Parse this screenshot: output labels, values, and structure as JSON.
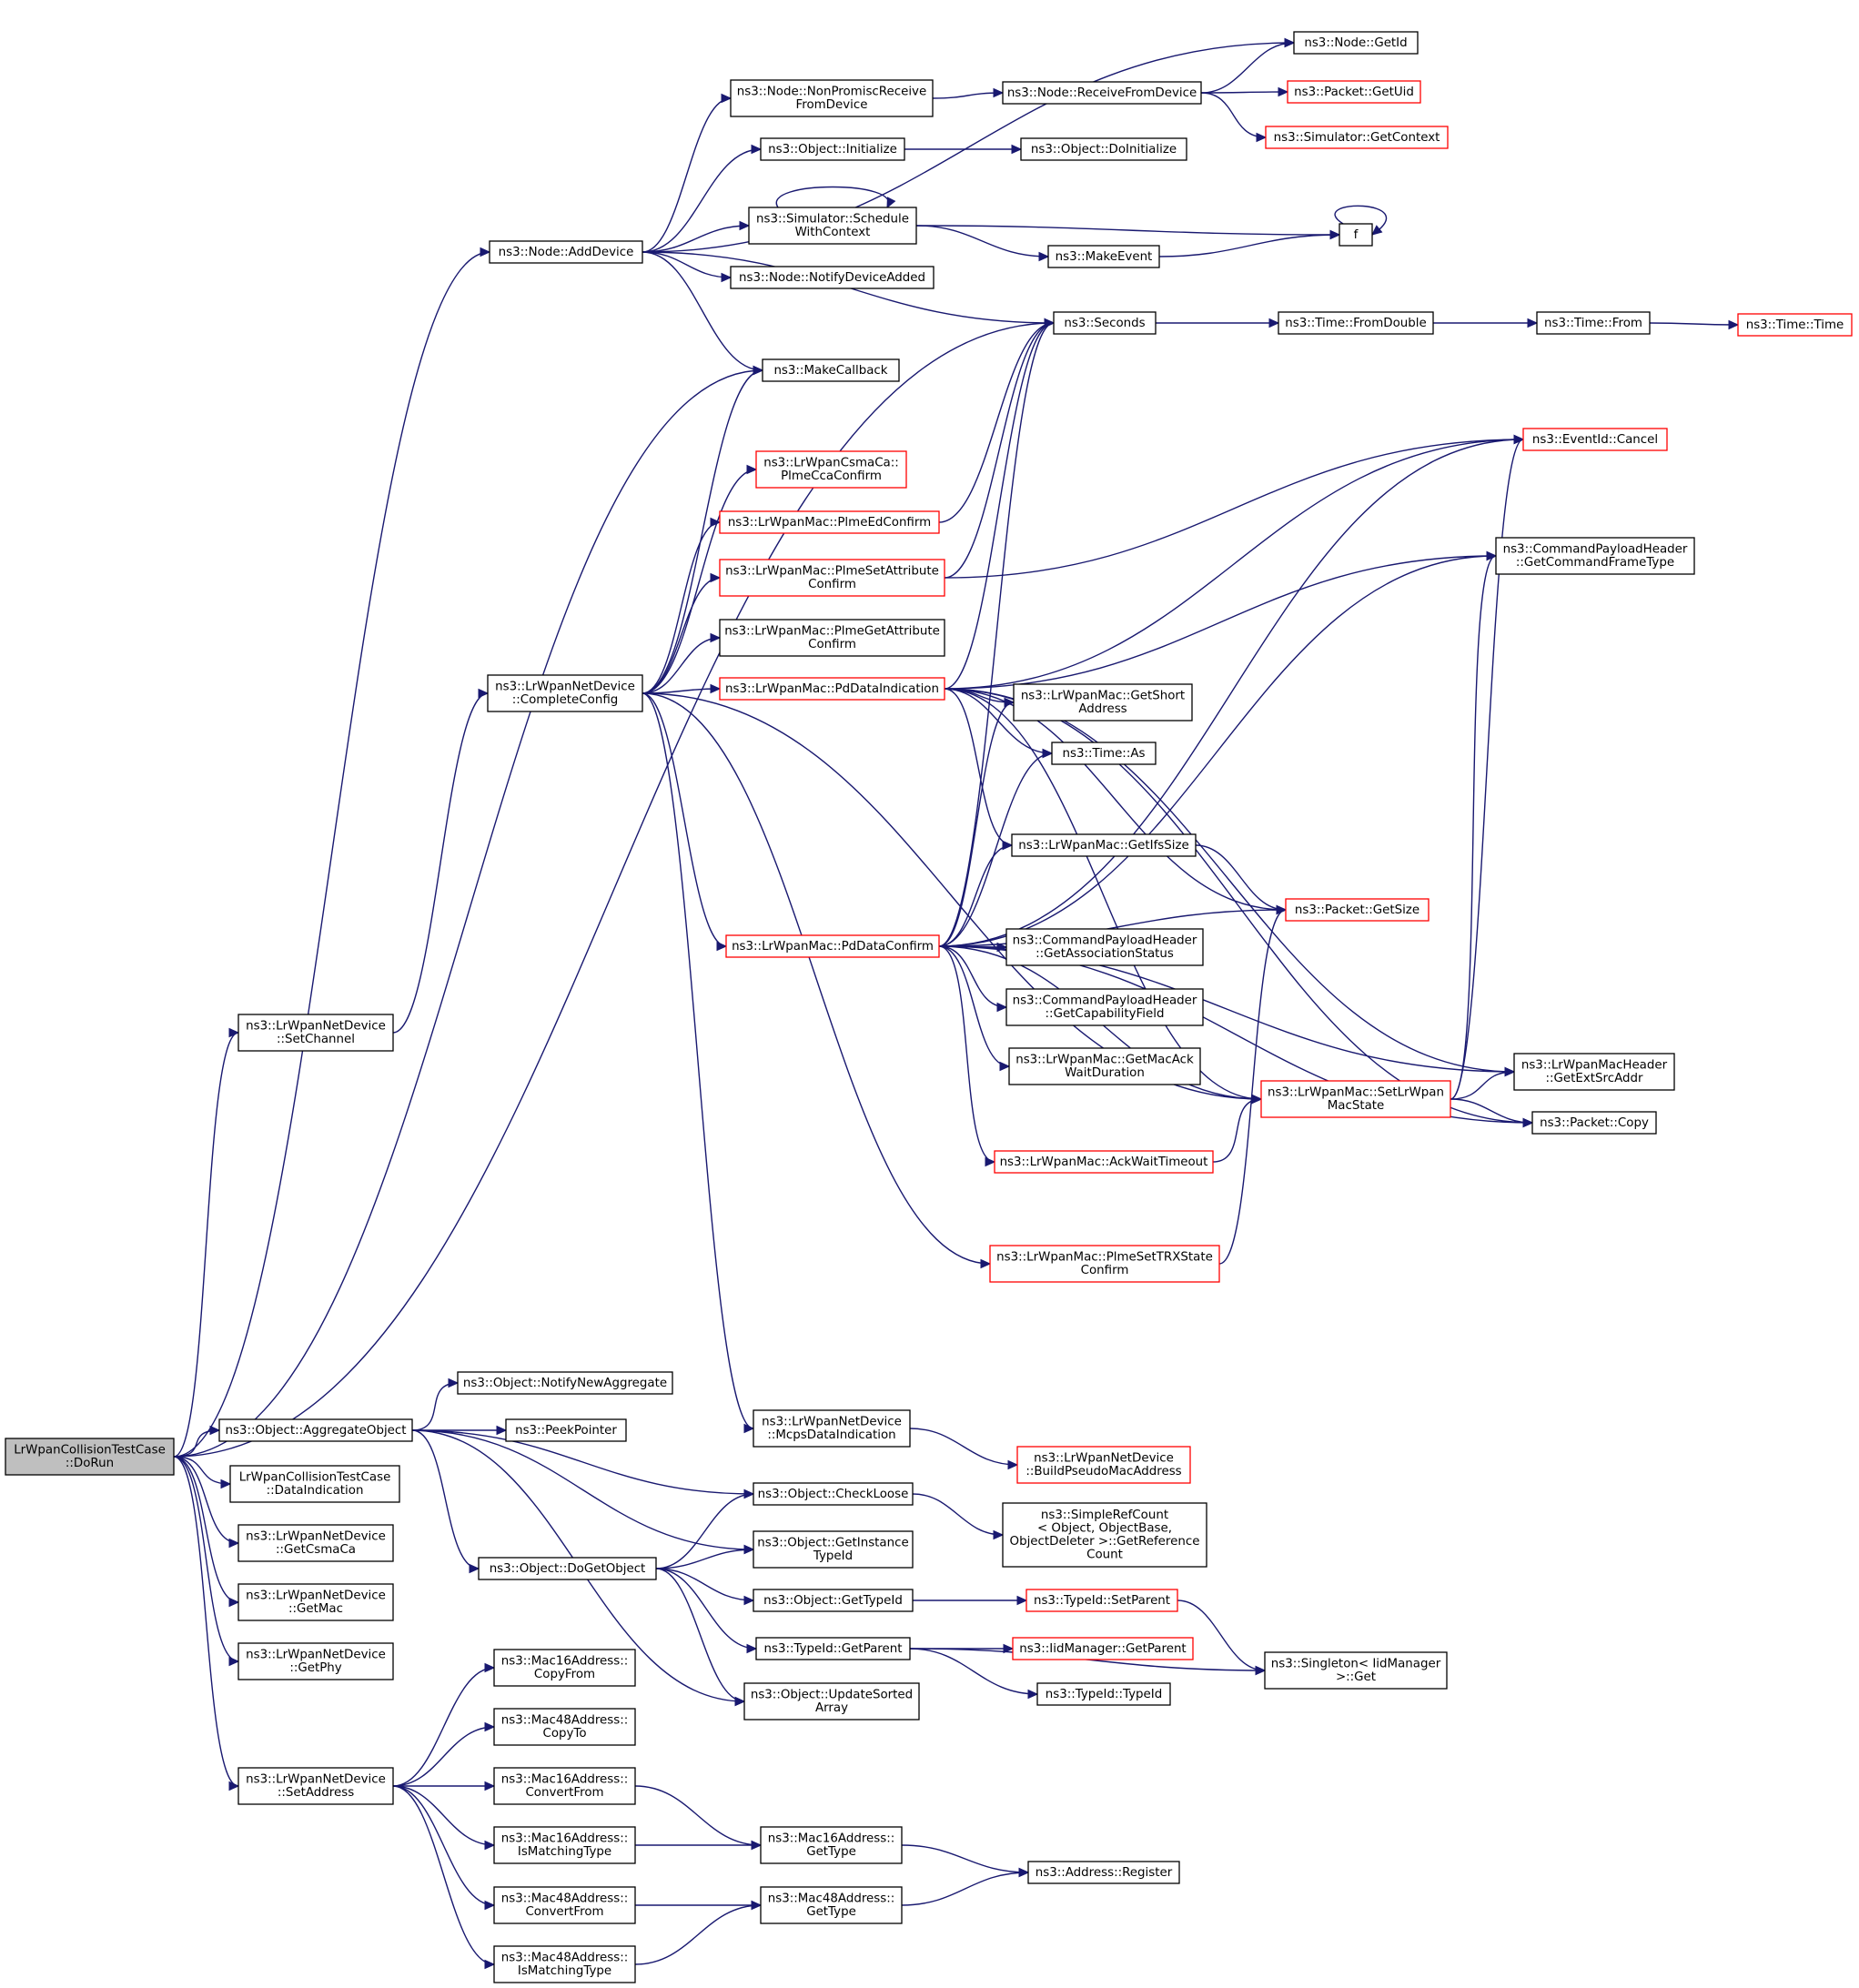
{
  "graph": {
    "colors": {
      "edge": "#191970",
      "node_border": "#000000",
      "truncated_node_border": "#ff0000",
      "root_fill": "#bfbfbf",
      "node_fill": "#ffffff"
    },
    "nodes": [
      {
        "id": "root",
        "lines": [
          "LrWpanCollisionTestCase",
          "::DoRun"
        ],
        "style": "root"
      },
      {
        "id": "addDevice",
        "lines": [
          "ns3::Node::AddDevice"
        ]
      },
      {
        "id": "getId",
        "lines": [
          "ns3::Node::GetId"
        ]
      },
      {
        "id": "nonPromisc",
        "lines": [
          "ns3::Node::NonPromiscReceive",
          "FromDevice"
        ]
      },
      {
        "id": "receiveFromDevice",
        "lines": [
          "ns3::Node::ReceiveFromDevice"
        ]
      },
      {
        "id": "getUid",
        "lines": [
          "ns3::Packet::GetUid"
        ],
        "style": "red"
      },
      {
        "id": "getContext",
        "lines": [
          "ns3::Simulator::GetContext"
        ],
        "style": "red"
      },
      {
        "id": "initialize",
        "lines": [
          "ns3::Object::Initialize"
        ]
      },
      {
        "id": "doInitialize",
        "lines": [
          "ns3::Object::DoInitialize"
        ]
      },
      {
        "id": "scheduleWithContext",
        "lines": [
          "ns3::Simulator::Schedule",
          "WithContext"
        ]
      },
      {
        "id": "f",
        "lines": [
          "f"
        ]
      },
      {
        "id": "makeEvent",
        "lines": [
          "ns3::MakeEvent"
        ]
      },
      {
        "id": "notifyDeviceAdded",
        "lines": [
          "ns3::Node::NotifyDeviceAdded"
        ]
      },
      {
        "id": "seconds",
        "lines": [
          "ns3::Seconds"
        ]
      },
      {
        "id": "fromDouble",
        "lines": [
          "ns3::Time::FromDouble"
        ]
      },
      {
        "id": "timeFrom",
        "lines": [
          "ns3::Time::From"
        ]
      },
      {
        "id": "timeTime",
        "lines": [
          "ns3::Time::Time"
        ],
        "style": "red"
      },
      {
        "id": "makeCallback",
        "lines": [
          "ns3::MakeCallback"
        ]
      },
      {
        "id": "eventCancel",
        "lines": [
          "ns3::EventId::Cancel"
        ],
        "style": "red"
      },
      {
        "id": "plmeCcaConfirm",
        "lines": [
          "ns3::LrWpanCsmaCa::",
          "PlmeCcaConfirm"
        ],
        "style": "red"
      },
      {
        "id": "plmeEdConfirm",
        "lines": [
          "ns3::LrWpanMac::PlmeEdConfirm"
        ],
        "style": "red"
      },
      {
        "id": "plmeSetAttr",
        "lines": [
          "ns3::LrWpanMac::PlmeSetAttribute",
          "Confirm"
        ],
        "style": "red"
      },
      {
        "id": "getCmdFrameType",
        "lines": [
          "ns3::CommandPayloadHeader",
          "::GetCommandFrameType"
        ]
      },
      {
        "id": "plmeGetAttr",
        "lines": [
          "ns3::LrWpanMac::PlmeGetAttribute",
          "Confirm"
        ]
      },
      {
        "id": "completeConfig",
        "lines": [
          "ns3::LrWpanNetDevice",
          "::CompleteConfig"
        ]
      },
      {
        "id": "pdDataIndication",
        "lines": [
          "ns3::LrWpanMac::PdDataIndication"
        ],
        "style": "red"
      },
      {
        "id": "getShortAddress",
        "lines": [
          "ns3::LrWpanMac::GetShort",
          "Address"
        ]
      },
      {
        "id": "timeAs",
        "lines": [
          "ns3::Time::As"
        ]
      },
      {
        "id": "getIfsSize",
        "lines": [
          "ns3::LrWpanMac::GetIfsSize"
        ]
      },
      {
        "id": "packetGetSize",
        "lines": [
          "ns3::Packet::GetSize"
        ],
        "style": "red"
      },
      {
        "id": "pdDataConfirm",
        "lines": [
          "ns3::LrWpanMac::PdDataConfirm"
        ],
        "style": "red"
      },
      {
        "id": "getAssocStatus",
        "lines": [
          "ns3::CommandPayloadHeader",
          "::GetAssociationStatus"
        ]
      },
      {
        "id": "getCapField",
        "lines": [
          "ns3::CommandPayloadHeader",
          "::GetCapabilityField"
        ]
      },
      {
        "id": "getMacAckWait",
        "lines": [
          "ns3::LrWpanMac::GetMacAck",
          "WaitDuration"
        ]
      },
      {
        "id": "setChannel",
        "lines": [
          "ns3::LrWpanNetDevice",
          "::SetChannel"
        ]
      },
      {
        "id": "setLrWpanMacState",
        "lines": [
          "ns3::LrWpanMac::SetLrWpan",
          "MacState"
        ],
        "style": "red"
      },
      {
        "id": "getExtSrcAddr",
        "lines": [
          "ns3::LrWpanMacHeader",
          "::GetExtSrcAddr"
        ]
      },
      {
        "id": "packetCopy",
        "lines": [
          "ns3::Packet::Copy"
        ]
      },
      {
        "id": "ackWaitTimeout",
        "lines": [
          "ns3::LrWpanMac::AckWaitTimeout"
        ],
        "style": "red"
      },
      {
        "id": "plmeSetTrx",
        "lines": [
          "ns3::LrWpanMac::PlmeSetTRXState",
          "Confirm"
        ],
        "style": "red"
      },
      {
        "id": "notifyNewAggregate",
        "lines": [
          "ns3::Object::NotifyNewAggregate"
        ]
      },
      {
        "id": "aggregateObject",
        "lines": [
          "ns3::Object::AggregateObject"
        ]
      },
      {
        "id": "peekPointer",
        "lines": [
          "ns3::PeekPointer"
        ]
      },
      {
        "id": "mcpsDataIndication",
        "lines": [
          "ns3::LrWpanNetDevice",
          "::McpsDataIndication"
        ]
      },
      {
        "id": "buildPseudoMac",
        "lines": [
          "ns3::LrWpanNetDevice",
          "::BuildPseudoMacAddress"
        ],
        "style": "red"
      },
      {
        "id": "dataIndication",
        "lines": [
          "LrWpanCollisionTestCase",
          "::DataIndication"
        ]
      },
      {
        "id": "checkLoose",
        "lines": [
          "ns3::Object::CheckLoose"
        ]
      },
      {
        "id": "simpleRefCount",
        "lines": [
          "ns3::SimpleRefCount",
          "< Object, ObjectBase,",
          "ObjectDeleter >::GetReference",
          "Count"
        ]
      },
      {
        "id": "getCsmaCa",
        "lines": [
          "ns3::LrWpanNetDevice",
          "::GetCsmaCa"
        ]
      },
      {
        "id": "getInstanceTypeId",
        "lines": [
          "ns3::Object::GetInstance",
          "TypeId"
        ]
      },
      {
        "id": "doGetObject",
        "lines": [
          "ns3::Object::DoGetObject"
        ]
      },
      {
        "id": "getTypeId",
        "lines": [
          "ns3::Object::GetTypeId"
        ]
      },
      {
        "id": "setParent",
        "lines": [
          "ns3::TypeId::SetParent"
        ],
        "style": "red"
      },
      {
        "id": "getMac",
        "lines": [
          "ns3::LrWpanNetDevice",
          "::GetMac"
        ]
      },
      {
        "id": "typeIdGetParent",
        "lines": [
          "ns3::TypeId::GetParent"
        ]
      },
      {
        "id": "iidGetParent",
        "lines": [
          "ns3::IidManager::GetParent"
        ],
        "style": "red"
      },
      {
        "id": "getPhy",
        "lines": [
          "ns3::LrWpanNetDevice",
          "::GetPhy"
        ]
      },
      {
        "id": "typeIdTypeId",
        "lines": [
          "ns3::TypeId::TypeId"
        ]
      },
      {
        "id": "singletonGet",
        "lines": [
          "ns3::Singleton< IidManager",
          ">::Get"
        ]
      },
      {
        "id": "updateSorted",
        "lines": [
          "ns3::Object::UpdateSorted",
          "Array"
        ]
      },
      {
        "id": "mac16CopyFrom",
        "lines": [
          "ns3::Mac16Address::",
          "CopyFrom"
        ]
      },
      {
        "id": "mac48CopyTo",
        "lines": [
          "ns3::Mac48Address::",
          "CopyTo"
        ]
      },
      {
        "id": "setAddress",
        "lines": [
          "ns3::LrWpanNetDevice",
          "::SetAddress"
        ]
      },
      {
        "id": "mac16ConvertFrom",
        "lines": [
          "ns3::Mac16Address::",
          "ConvertFrom"
        ]
      },
      {
        "id": "mac16IsMatching",
        "lines": [
          "ns3::Mac16Address::",
          "IsMatchingType"
        ]
      },
      {
        "id": "mac16GetType",
        "lines": [
          "ns3::Mac16Address::",
          "GetType"
        ]
      },
      {
        "id": "addressRegister",
        "lines": [
          "ns3::Address::Register"
        ]
      },
      {
        "id": "mac48ConvertFrom",
        "lines": [
          "ns3::Mac48Address::",
          "ConvertFrom"
        ]
      },
      {
        "id": "mac48GetType",
        "lines": [
          "ns3::Mac48Address::",
          "GetType"
        ]
      },
      {
        "id": "mac48IsMatching",
        "lines": [
          "ns3::Mac48Address::",
          "IsMatchingType"
        ]
      }
    ],
    "edges": [
      [
        "root",
        "addDevice"
      ],
      [
        "root",
        "makeCallback"
      ],
      [
        "root",
        "seconds"
      ],
      [
        "root",
        "setChannel"
      ],
      [
        "root",
        "aggregateObject"
      ],
      [
        "root",
        "dataIndication"
      ],
      [
        "root",
        "getCsmaCa"
      ],
      [
        "root",
        "getMac"
      ],
      [
        "root",
        "getPhy"
      ],
      [
        "root",
        "setAddress"
      ],
      [
        "addDevice",
        "getId"
      ],
      [
        "addDevice",
        "nonPromisc"
      ],
      [
        "addDevice",
        "initialize"
      ],
      [
        "addDevice",
        "scheduleWithContext"
      ],
      [
        "addDevice",
        "notifyDeviceAdded"
      ],
      [
        "addDevice",
        "seconds"
      ],
      [
        "addDevice",
        "makeCallback"
      ],
      [
        "nonPromisc",
        "receiveFromDevice"
      ],
      [
        "receiveFromDevice",
        "getId"
      ],
      [
        "receiveFromDevice",
        "getUid"
      ],
      [
        "receiveFromDevice",
        "getContext"
      ],
      [
        "initialize",
        "doInitialize"
      ],
      [
        "scheduleWithContext",
        "scheduleWithContext"
      ],
      [
        "scheduleWithContext",
        "f"
      ],
      [
        "scheduleWithContext",
        "makeEvent"
      ],
      [
        "f",
        "f"
      ],
      [
        "makeEvent",
        "f"
      ],
      [
        "seconds",
        "fromDouble"
      ],
      [
        "fromDouble",
        "timeFrom"
      ],
      [
        "timeFrom",
        "timeTime"
      ],
      [
        "setChannel",
        "completeConfig"
      ],
      [
        "completeConfig",
        "makeCallback"
      ],
      [
        "completeConfig",
        "plmeCcaConfirm"
      ],
      [
        "completeConfig",
        "plmeEdConfirm"
      ],
      [
        "completeConfig",
        "plmeSetAttr"
      ],
      [
        "completeConfig",
        "plmeGetAttr"
      ],
      [
        "completeConfig",
        "pdDataIndication"
      ],
      [
        "completeConfig",
        "pdDataConfirm"
      ],
      [
        "completeConfig",
        "plmeSetTrx"
      ],
      [
        "completeConfig",
        "mcpsDataIndication"
      ],
      [
        "completeConfig",
        "setLrWpanMacState"
      ],
      [
        "plmeEdConfirm",
        "seconds"
      ],
      [
        "plmeSetAttr",
        "seconds"
      ],
      [
        "plmeSetAttr",
        "eventCancel"
      ],
      [
        "pdDataIndication",
        "seconds"
      ],
      [
        "pdDataIndication",
        "eventCancel"
      ],
      [
        "pdDataIndication",
        "getCmdFrameType"
      ],
      [
        "pdDataIndication",
        "getShortAddress"
      ],
      [
        "pdDataIndication",
        "timeAs"
      ],
      [
        "pdDataIndication",
        "getIfsSize"
      ],
      [
        "pdDataIndication",
        "packetGetSize"
      ],
      [
        "pdDataIndication",
        "setLrWpanMacState"
      ],
      [
        "pdDataIndication",
        "getExtSrcAddr"
      ],
      [
        "pdDataIndication",
        "packetCopy"
      ],
      [
        "getIfsSize",
        "packetGetSize"
      ],
      [
        "pdDataConfirm",
        "seconds"
      ],
      [
        "pdDataConfirm",
        "eventCancel"
      ],
      [
        "pdDataConfirm",
        "getCmdFrameType"
      ],
      [
        "pdDataConfirm",
        "getShortAddress"
      ],
      [
        "pdDataConfirm",
        "timeAs"
      ],
      [
        "pdDataConfirm",
        "getIfsSize"
      ],
      [
        "pdDataConfirm",
        "packetGetSize"
      ],
      [
        "pdDataConfirm",
        "getAssocStatus"
      ],
      [
        "pdDataConfirm",
        "getCapField"
      ],
      [
        "pdDataConfirm",
        "getMacAckWait"
      ],
      [
        "pdDataConfirm",
        "ackWaitTimeout"
      ],
      [
        "pdDataConfirm",
        "setLrWpanMacState"
      ],
      [
        "pdDataConfirm",
        "getExtSrcAddr"
      ],
      [
        "pdDataConfirm",
        "packetCopy"
      ],
      [
        "ackWaitTimeout",
        "setLrWpanMacState"
      ],
      [
        "plmeSetTrx",
        "packetGetSize"
      ],
      [
        "setLrWpanMacState",
        "eventCancel"
      ],
      [
        "setLrWpanMacState",
        "getCmdFrameType"
      ],
      [
        "setLrWpanMacState",
        "getExtSrcAddr"
      ],
      [
        "setLrWpanMacState",
        "packetCopy"
      ],
      [
        "mcpsDataIndication",
        "buildPseudoMac"
      ],
      [
        "aggregateObject",
        "notifyNewAggregate"
      ],
      [
        "aggregateObject",
        "peekPointer"
      ],
      [
        "aggregateObject",
        "checkLoose"
      ],
      [
        "aggregateObject",
        "getInstanceTypeId"
      ],
      [
        "aggregateObject",
        "doGetObject"
      ],
      [
        "aggregateObject",
        "updateSorted"
      ],
      [
        "doGetObject",
        "checkLoose"
      ],
      [
        "doGetObject",
        "getInstanceTypeId"
      ],
      [
        "doGetObject",
        "getTypeId"
      ],
      [
        "doGetObject",
        "typeIdGetParent"
      ],
      [
        "doGetObject",
        "updateSorted"
      ],
      [
        "checkLoose",
        "simpleRefCount"
      ],
      [
        "getTypeId",
        "setParent"
      ],
      [
        "setParent",
        "singletonGet"
      ],
      [
        "typeIdGetParent",
        "iidGetParent"
      ],
      [
        "typeIdGetParent",
        "typeIdTypeId"
      ],
      [
        "typeIdGetParent",
        "singletonGet"
      ],
      [
        "setAddress",
        "mac16CopyFrom"
      ],
      [
        "setAddress",
        "mac48CopyTo"
      ],
      [
        "setAddress",
        "mac16ConvertFrom"
      ],
      [
        "setAddress",
        "mac16IsMatching"
      ],
      [
        "setAddress",
        "mac48ConvertFrom"
      ],
      [
        "setAddress",
        "mac48IsMatching"
      ],
      [
        "mac16ConvertFrom",
        "mac16GetType"
      ],
      [
        "mac16IsMatching",
        "mac16GetType"
      ],
      [
        "mac16GetType",
        "addressRegister"
      ],
      [
        "mac48ConvertFrom",
        "mac48GetType"
      ],
      [
        "mac48IsMatching",
        "mac48GetType"
      ],
      [
        "mac48GetType",
        "addressRegister"
      ]
    ]
  }
}
